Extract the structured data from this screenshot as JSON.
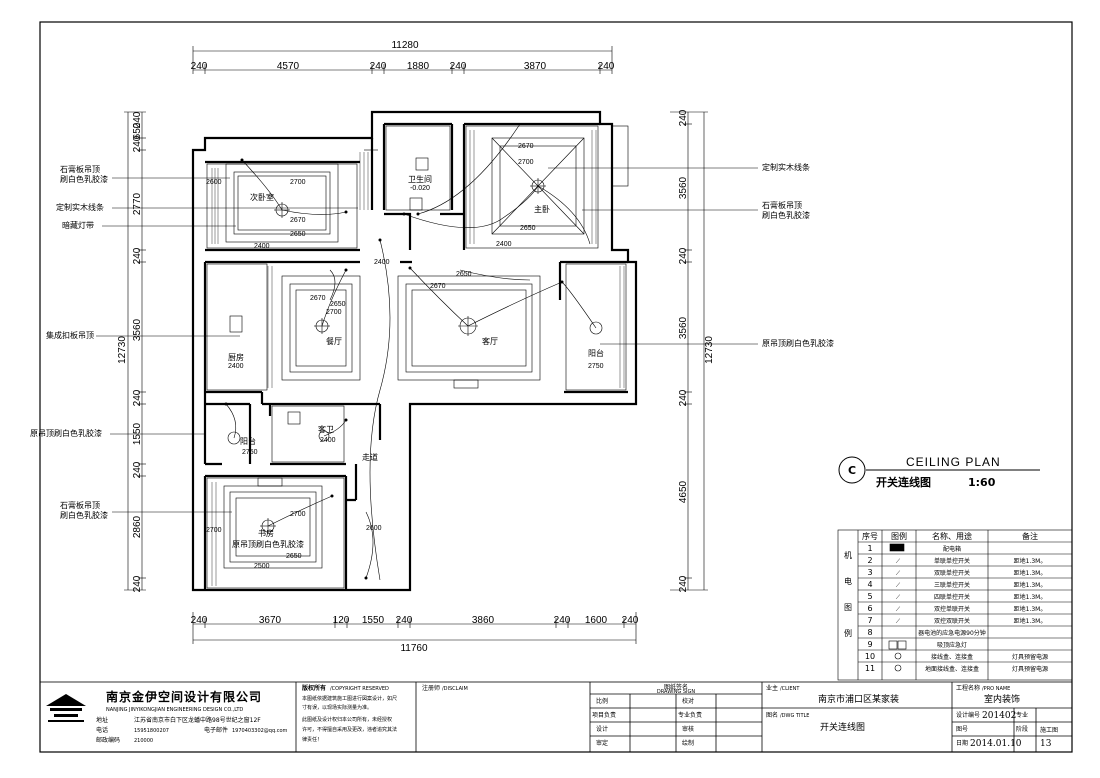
{
  "dims": {
    "top_total": "11280",
    "top": [
      "240",
      "4570",
      "240",
      "1880",
      "240",
      "3870",
      "240"
    ],
    "bottom_total": "11760",
    "bottom": [
      "240",
      "3670",
      "120",
      "1550",
      "240",
      "3860",
      "240",
      "1600",
      "240"
    ],
    "left_total": "12730",
    "left": [
      "240",
      "650",
      "240",
      "2770",
      "240",
      "3560",
      "240",
      "1550",
      "240",
      "2860",
      "240"
    ],
    "right_total": "12730",
    "right": [
      "240",
      "3560",
      "240",
      "3560",
      "240",
      "4650",
      "240"
    ]
  },
  "rooms": {
    "bedroom2": "次卧室",
    "bathroom": "卫生间",
    "bath_level": "-0.020",
    "master": "主卧",
    "kitchen": "厨房",
    "dining": "餐厅",
    "living": "客厅",
    "balcony1": "阳台",
    "balcony2": "阳台",
    "guestbath": "客卫",
    "corridor": "走道",
    "study": "书房",
    "study_note": "原吊顶刷白色乳胶漆"
  },
  "levels": {
    "l2400": "2400",
    "l2600": "2600",
    "l2650": "2650",
    "l2670": "2670",
    "l2700": "2700",
    "l2750": "2750",
    "l2500": "2500"
  },
  "annotations_left": {
    "a1": "石膏板吊顶",
    "a1b": "刷白色乳胶漆",
    "a2": "定制实木线条",
    "a3": "暗藏灯带",
    "a4": "集成扣板吊顶",
    "a5": "原吊顶刷白色乳胶漆",
    "a6": "石膏板吊顶",
    "a6b": "刷白色乳胶漆"
  },
  "annotations_right": {
    "b1": "定制实木线条",
    "b2": "石膏板吊顶",
    "b2b": "刷白色乳胶漆",
    "b3": "原吊顶刷白色乳胶漆"
  },
  "title": {
    "circle": "C",
    "en": "CEILING PLAN",
    "cn": "开关连线图",
    "scale": "1:60"
  },
  "legend": {
    "headers": [
      "序号",
      "图例",
      "名称、用途",
      "备注"
    ],
    "side": [
      "机",
      "电",
      "图",
      "例"
    ],
    "rows": [
      {
        "no": "1",
        "name": "配电箱",
        "note": ""
      },
      {
        "no": "2",
        "name": "单联单控开关",
        "note": "距地1.3M。"
      },
      {
        "no": "3",
        "name": "双联单控开关",
        "note": "距地1.3M。"
      },
      {
        "no": "4",
        "name": "三联单控开关",
        "note": "距地1.3M。"
      },
      {
        "no": "5",
        "name": "四联单控开关",
        "note": "距地1.3M。"
      },
      {
        "no": "6",
        "name": "双控单联开关",
        "note": "距地1.3M。"
      },
      {
        "no": "7",
        "name": "双控双联开关",
        "note": "距地1.3M。"
      },
      {
        "no": "8",
        "name": "器电池的应急电源90分钟",
        "note": ""
      },
      {
        "no": "9",
        "name": "吸顶应急灯",
        "note": ""
      },
      {
        "no": "10",
        "name": "接线盒、连接盒",
        "note": "灯具预留电源"
      },
      {
        "no": "11",
        "name": "地面接线盒、连接盒",
        "note": "灯具预留电源"
      }
    ]
  },
  "titleblock": {
    "company": "南京金伊空间设计有限公司",
    "company_en": "NANJING JINYIKONGJIAN ENGINEERING DESIGN CO.,LTD",
    "addr_label": "地址",
    "addr": "江苏省南京市白下区龙蟠中路98号世纪之窗12F",
    "phone_label": "电话",
    "phone": "15951800207",
    "email_label": "电子邮件",
    "email": "1970403302@qq.com",
    "post_label": "邮政编码",
    "post": "210000",
    "copy_title": "版权所有",
    "copy_en": "/COPYRIGHT RESERVED",
    "copy_text": [
      "本图纸依据建筑施工图进行図案设计，如尺",
      "寸有误，以现场实际测量为准。",
      "此图纸及设计权归本公司所有，未经授权",
      "许可，不得擅自采用及更改，违者追究其法",
      "律责任！"
    ],
    "disclaim": "注册师",
    "disclaim_en": "/DISCLAIM",
    "sign_title": "图纸签名",
    "sign_en": "DRAWING SIGN",
    "sign_cells": [
      [
        "比例",
        "校对"
      ],
      [
        "项目负责",
        "专业负责"
      ],
      [
        "设计",
        "审核"
      ],
      [
        "审定",
        "绘制"
      ]
    ],
    "client_label": "业主",
    "client_en": "/CLIENT",
    "client": "南京市浦口区某家装",
    "project_label": "工程名称",
    "project_en": "/PRO NAME",
    "project": "室内装饰",
    "dwg_label": "图名",
    "dwg_en": "/DWG TITLE",
    "dwg": "开关连线图",
    "no_label": "设计编号",
    "no": "201402",
    "spec_label": "专业",
    "date_label": "日期",
    "date": "2014.01.10",
    "num_label": "图号",
    "num": "13",
    "stage_label": "阶段",
    "stage": "施工图"
  }
}
